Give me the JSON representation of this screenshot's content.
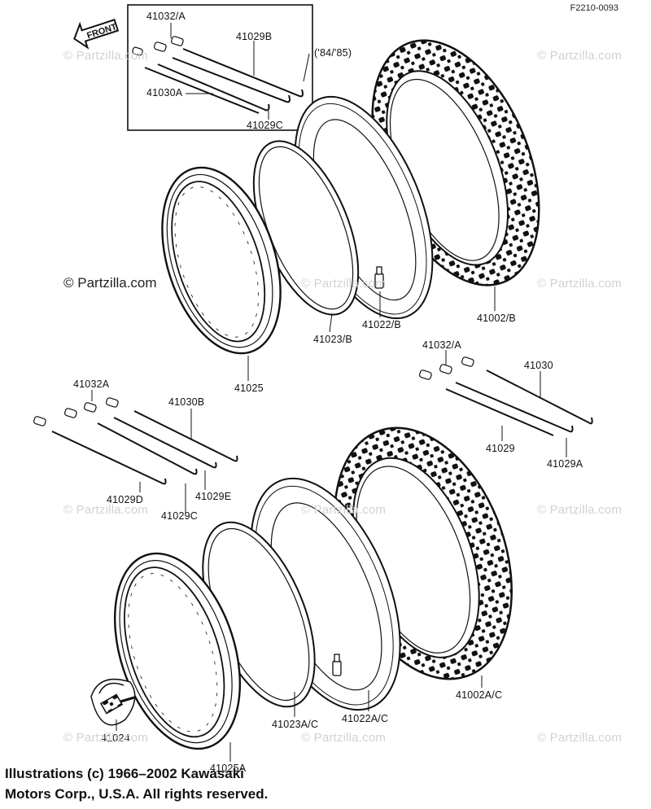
{
  "diagram_code": "F2210-0093",
  "direction_label": "FRONT",
  "year_note": "('84/'85)",
  "watermark_text": "© Partzilla.com",
  "copyright": {
    "line1": "Illustrations (c) 1966–2002 Kawasaki",
    "line2": "Motors Corp., U.S.A.  All rights reserved."
  },
  "front_wheel_labels": {
    "nipple_a": "41032/A",
    "spoke_b": "41029B",
    "spoke_30a": "41030A",
    "spoke_c": "41029C",
    "tire": "41002/B",
    "tube": "41022/B",
    "rim_band": "41023/B",
    "rim": "41025"
  },
  "rear_wheel_labels": {
    "nipple_a_right": "41032/A",
    "spoke_30": "41030",
    "spoke_29": "41029",
    "spoke_29a": "41029A",
    "nipple_a_left": "41032A",
    "spoke_30b": "41030B",
    "spoke_29d": "41029D",
    "spoke_29e": "41029E",
    "spoke_29c": "41029C",
    "tire": "41002A/C",
    "tube": "41022A/C",
    "rim_band": "41023A/C",
    "rim_lock": "41024",
    "rim": "41025A"
  },
  "colors": {
    "ink": "#111111",
    "watermark": "#d2d2d2"
  }
}
